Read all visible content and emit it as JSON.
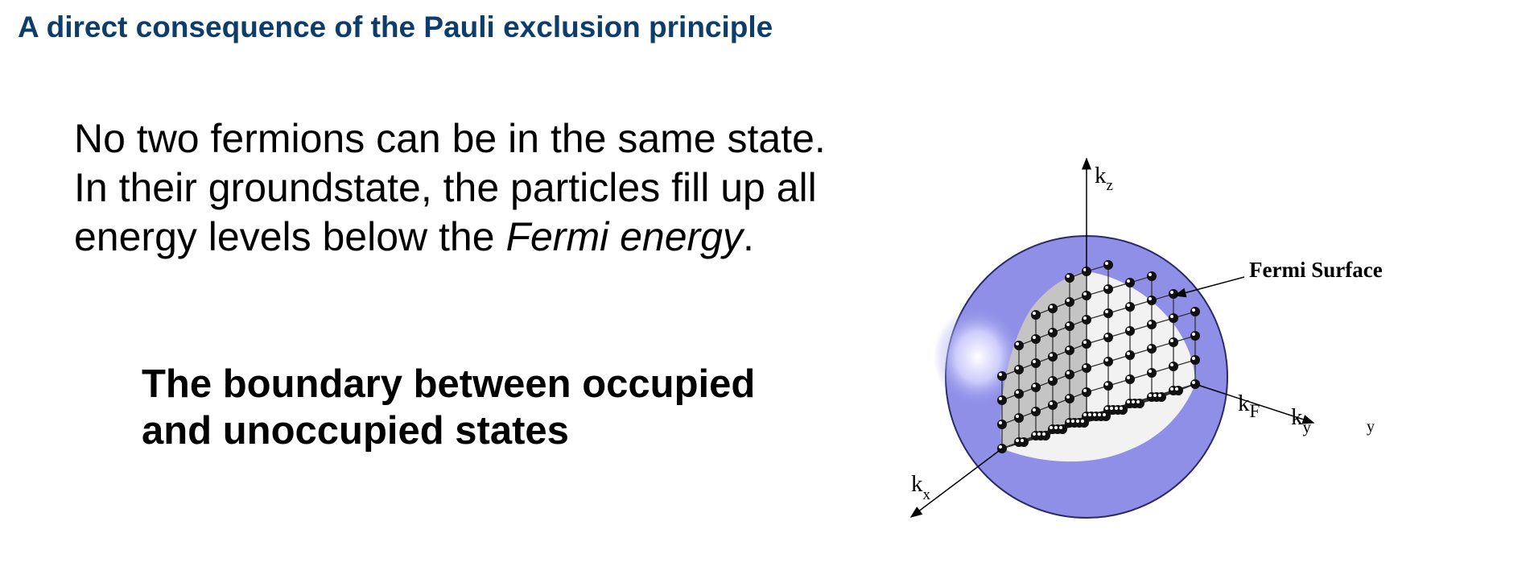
{
  "slide": {
    "title": "A direct consequence of the Pauli exclusion principle"
  },
  "body": {
    "line1": "No two fermions can be in the same state.",
    "line2": "In their groundstate, the particles fill up all",
    "line3_prefix": "energy levels below the ",
    "line3_emphasis": "Fermi energy",
    "line3_suffix": "."
  },
  "subhead": {
    "line1": "The boundary between occupied",
    "line2": "and unoccupied states"
  },
  "diagram": {
    "fermi_surface_label": "Fermi Surface",
    "axis_k": "k",
    "axis_z_sub": "z",
    "axis_x_sub": "x",
    "axis_y_sub": "y",
    "kf_sub": "F",
    "stray_y": "y",
    "colors": {
      "sphere": "#8f8fe8",
      "sphere_rim": "#2a2a66",
      "highlight": "#ffffff",
      "octant_face": "#c4c4c4",
      "octant_face_light": "#f2f2f2",
      "grid_line": "#333333",
      "particle": "#111111"
    }
  }
}
